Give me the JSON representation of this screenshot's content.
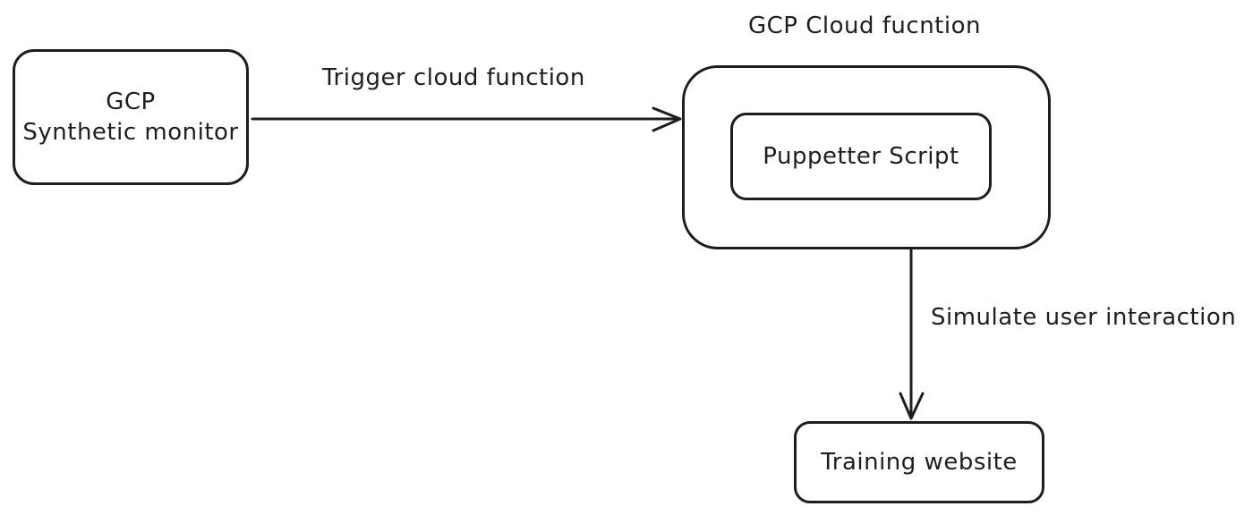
{
  "nodes": {
    "monitor": {
      "line1": "GCP",
      "line2": "Synthetic monitor"
    },
    "cloud_function": {
      "title": "GCP Cloud fucntion"
    },
    "puppeteer": {
      "label": "Puppetter Script"
    },
    "website": {
      "label": "Training website"
    }
  },
  "edges": {
    "trigger": {
      "label": "Trigger cloud function"
    },
    "simulate": {
      "label": "Simulate user interaction"
    }
  },
  "colors": {
    "stroke": "#1e1e1e",
    "background": "#ffffff"
  }
}
